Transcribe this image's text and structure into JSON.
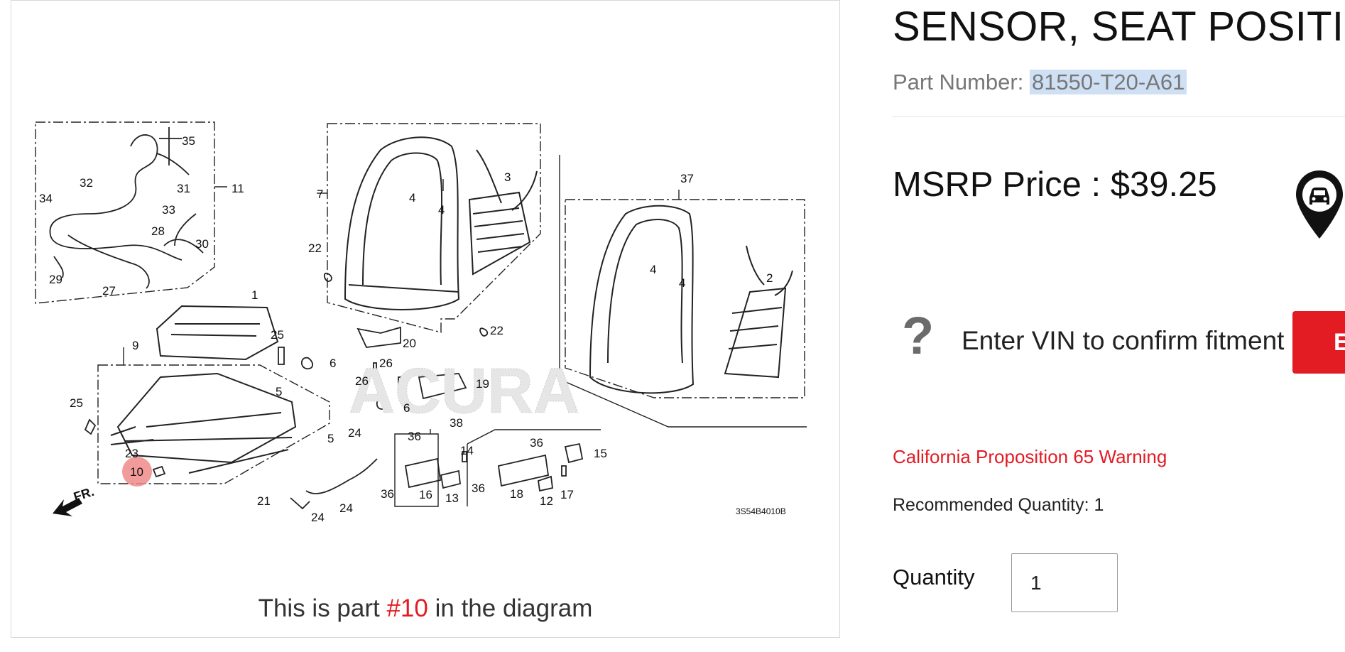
{
  "diagram": {
    "callouts": [
      "1",
      "2",
      "3",
      "4",
      "4",
      "4",
      "4",
      "5",
      "5",
      "6",
      "6",
      "7",
      "9",
      "10",
      "11",
      "12",
      "13",
      "14",
      "15",
      "16",
      "17",
      "18",
      "19",
      "20",
      "21",
      "22",
      "22",
      "23",
      "24",
      "24",
      "24",
      "25",
      "25",
      "26",
      "26",
      "27",
      "28",
      "29",
      "30",
      "31",
      "32",
      "33",
      "34",
      "35",
      "36",
      "36",
      "36",
      "36",
      "37",
      "38"
    ],
    "highlighted_callout": "10",
    "code": "3S54B4010B",
    "fr_label": "FR.",
    "brand_watermark": "ACURA",
    "caption_prefix": "This is part ",
    "caption_part": "#10",
    "caption_suffix": " in the diagram"
  },
  "product": {
    "title": "SENSOR, SEAT POSITION",
    "part_number_label": "Part Number: ",
    "part_number": "81550-T20-A61",
    "msrp": "MSRP Price : $39.25",
    "vin_prompt": "Enter VIN to confirm fitment",
    "vin_button_label": "E",
    "prop65": "California Proposition 65 Warning",
    "recommended_quantity": "Recommended Quantity: 1",
    "quantity_label": "Quantity",
    "quantity_value": "1"
  },
  "colors": {
    "accent_red": "#e31b23",
    "selection_blue": "#cfe0f5",
    "highlight_circle": "#f08a8a"
  },
  "icons": {
    "vehicle_pin": "map-pin-car-icon",
    "question": "question-mark-icon",
    "front_arrow": "front-arrow-icon"
  }
}
